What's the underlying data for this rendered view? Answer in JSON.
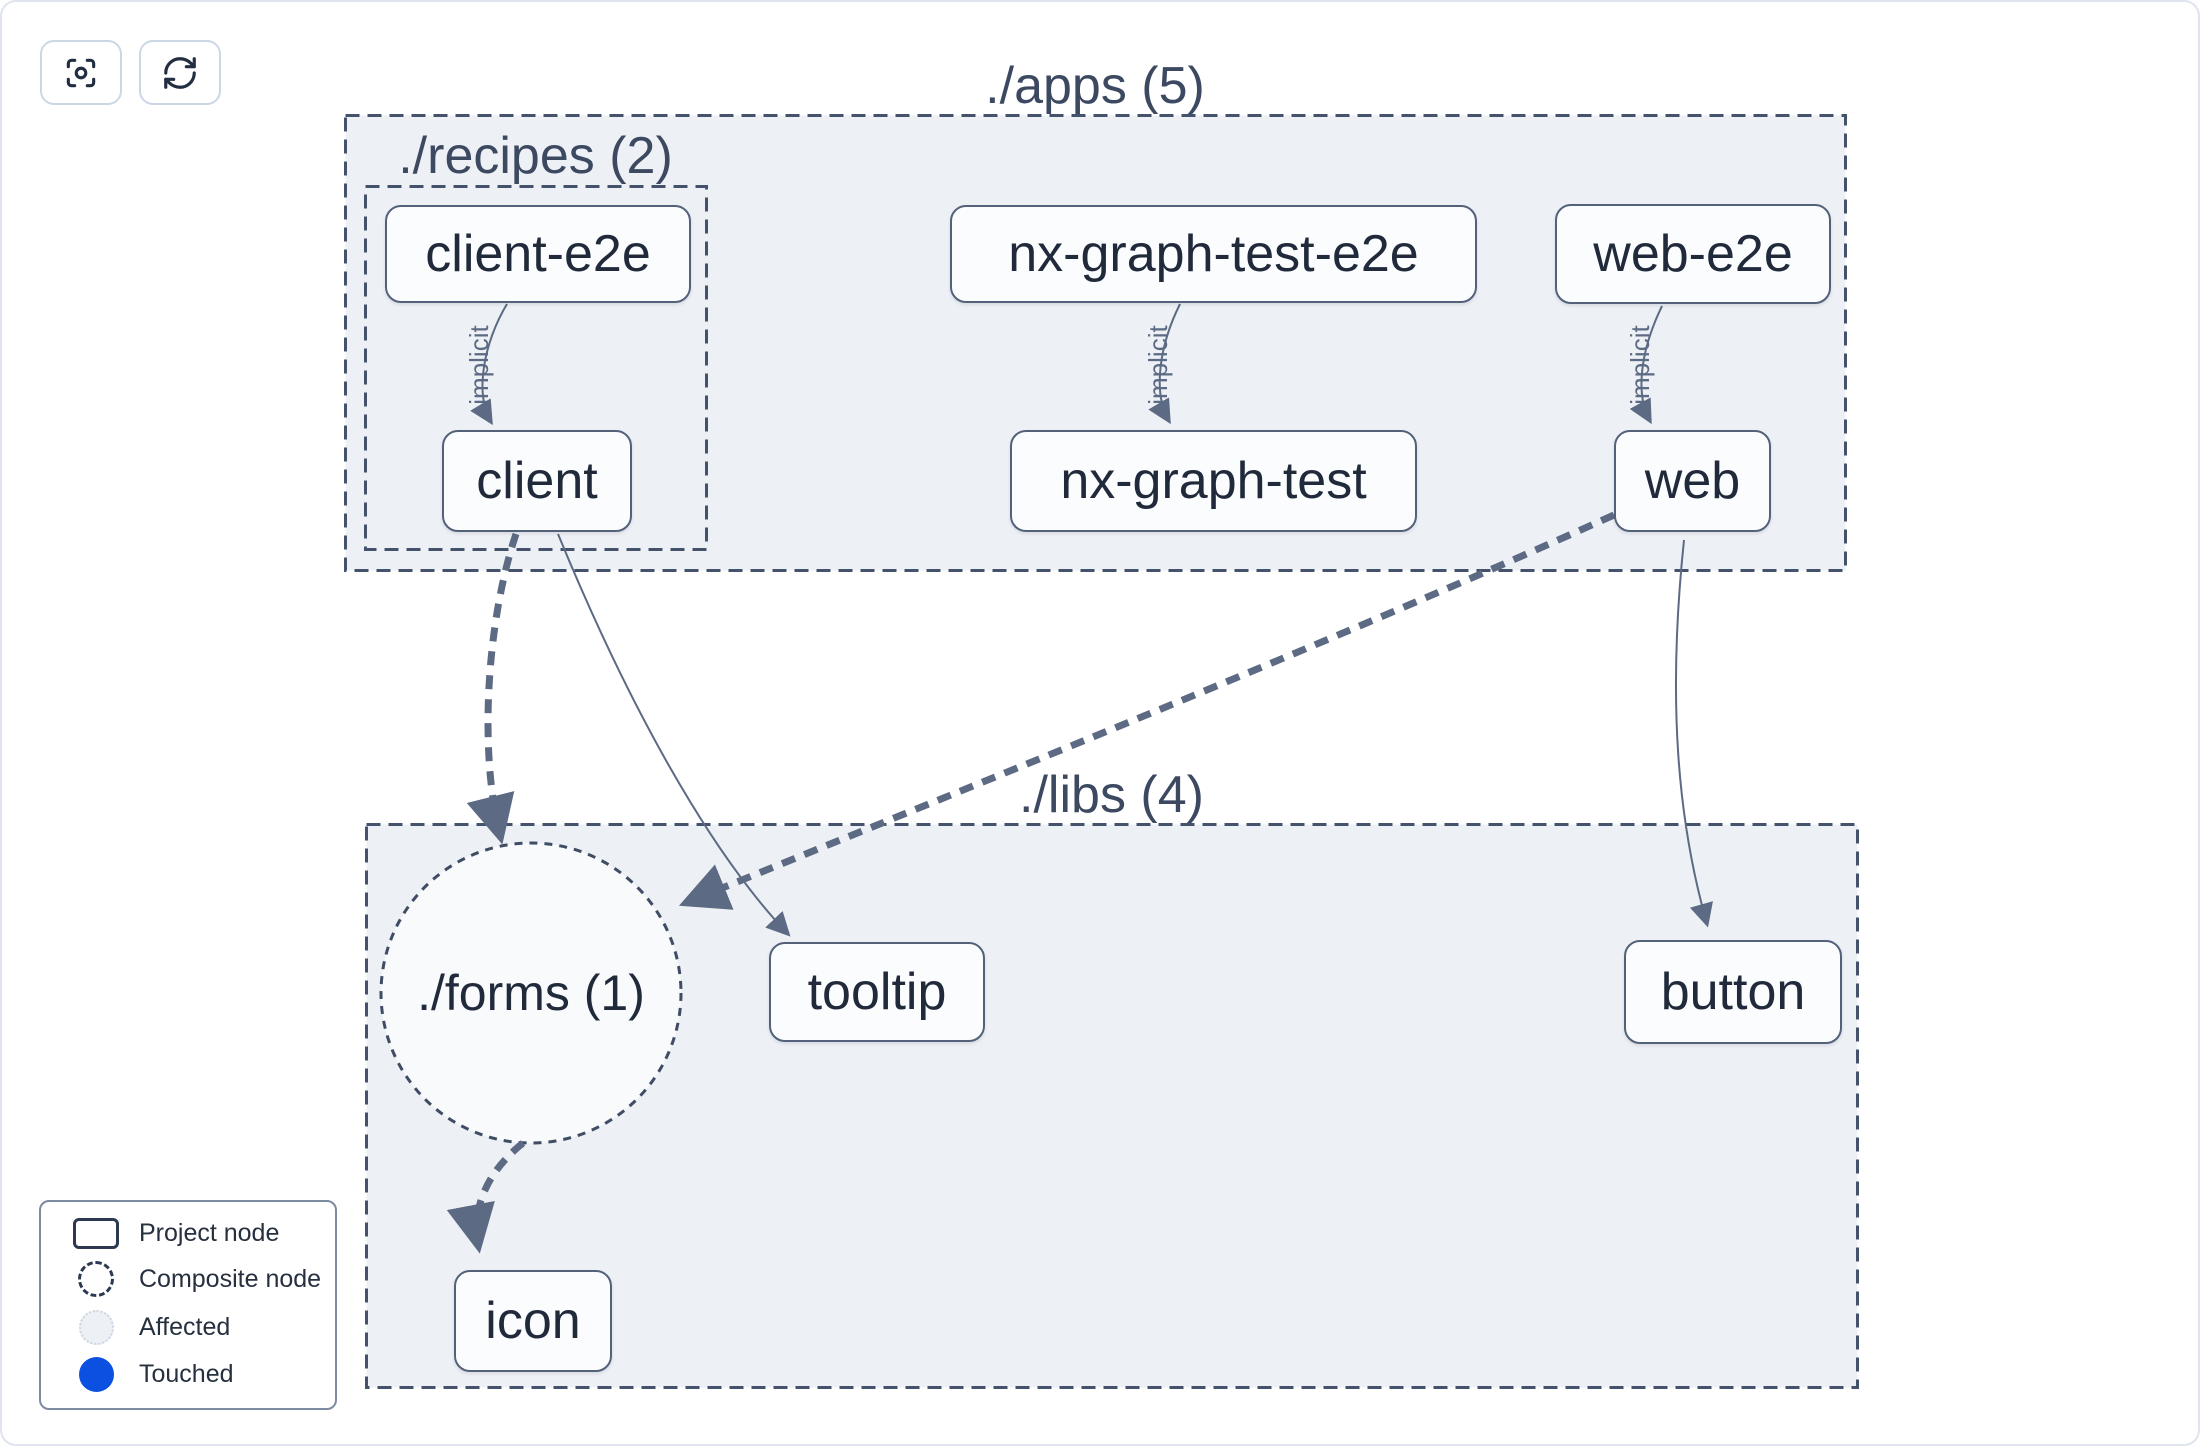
{
  "toolbar": {
    "buttons": [
      {
        "name": "focus",
        "icon": "focus-crosshair-icon"
      },
      {
        "name": "refresh",
        "icon": "refresh-sync-icon"
      }
    ]
  },
  "graph": {
    "containers": [
      {
        "id": "apps",
        "label": "./apps (5)"
      },
      {
        "id": "recipes",
        "label": "./recipes (2)"
      },
      {
        "id": "libs",
        "label": "./libs (4)"
      }
    ],
    "composite_nodes": [
      {
        "id": "forms",
        "label": "./forms (1)"
      }
    ],
    "project_nodes": [
      {
        "id": "client-e2e",
        "label": "client-e2e"
      },
      {
        "id": "nx-graph-test-e2e",
        "label": "nx-graph-test-e2e"
      },
      {
        "id": "web-e2e",
        "label": "web-e2e"
      },
      {
        "id": "client",
        "label": "client"
      },
      {
        "id": "nx-graph-test",
        "label": "nx-graph-test"
      },
      {
        "id": "web",
        "label": "web"
      },
      {
        "id": "tooltip",
        "label": "tooltip"
      },
      {
        "id": "button",
        "label": "button"
      },
      {
        "id": "icon",
        "label": "icon"
      }
    ],
    "edges": [
      {
        "from": "client-e2e",
        "to": "client",
        "label": "implicit",
        "style": "solid-thin"
      },
      {
        "from": "nx-graph-test-e2e",
        "to": "nx-graph-test",
        "label": "implicit",
        "style": "solid-thin"
      },
      {
        "from": "web-e2e",
        "to": "web",
        "label": "implicit",
        "style": "solid-thin"
      },
      {
        "from": "client",
        "to": "./forms (1)",
        "label": "",
        "style": "dashed-thick"
      },
      {
        "from": "client",
        "to": "tooltip",
        "label": "",
        "style": "solid-thin"
      },
      {
        "from": "web",
        "to": "./forms (1)",
        "label": "",
        "style": "dashed-thick"
      },
      {
        "from": "web",
        "to": "button",
        "label": "",
        "style": "solid-thin"
      },
      {
        "from": "./forms (1)",
        "to": "icon",
        "label": "",
        "style": "dashed-thick"
      }
    ]
  },
  "legend": {
    "items": [
      {
        "icon": "project-node-rect-icon",
        "label": "Project node"
      },
      {
        "icon": "composite-node-dashed-circle-icon",
        "label": "Composite node"
      },
      {
        "icon": "affected-circle-icon",
        "label": "Affected"
      },
      {
        "icon": "touched-circle-icon",
        "label": "Touched"
      }
    ]
  },
  "colors": {
    "container_fill": "#edf1f6",
    "container_border": "#45526b",
    "node_fill": "#fbfcfe",
    "node_border": "#54617a",
    "node_text": "#212a3b",
    "edge": "#5c6a83",
    "label_text": "#3c4961",
    "composite_fill": "#f8fafc",
    "affected_fill": "#edf1f6",
    "touched_blue": "#0b50e0"
  }
}
